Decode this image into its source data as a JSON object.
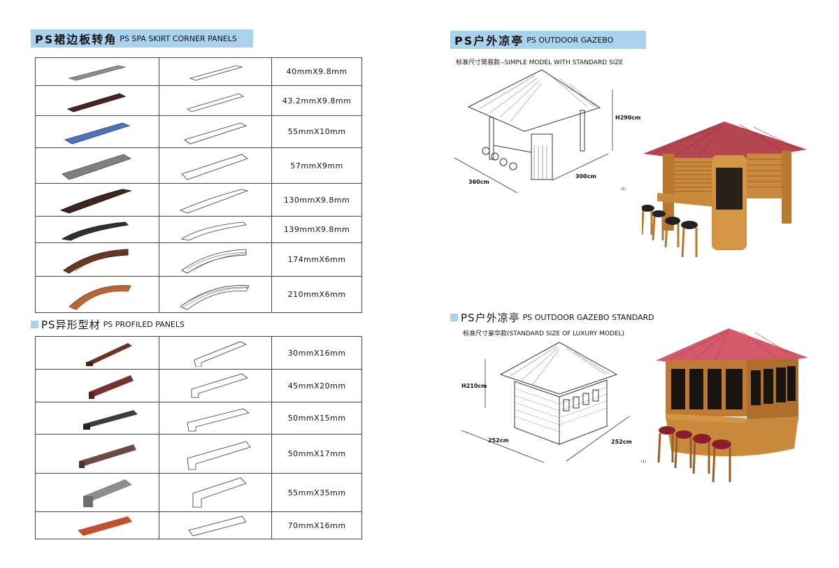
{
  "skirt_section": {
    "title_cn": "PS裙边板转角",
    "title_en": "PS SPA SKIRT CORNER PANELS",
    "rows": [
      {
        "size": "40mmX9.8mm",
        "color": "#8f8f8c"
      },
      {
        "size": "43.2mmX9.8mm",
        "color": "#4a2420"
      },
      {
        "size": "55mmX10mm",
        "color": "#4d74b8"
      },
      {
        "size": "57mmX9mm",
        "color": "#7d7f82"
      },
      {
        "size": "130mmX9.8mm",
        "color": "#3b2622"
      },
      {
        "size": "139mmX9.8mm",
        "color": "#2f3138"
      },
      {
        "size": "174mmX6mm",
        "color": "#6e3a28"
      },
      {
        "size": "210mmX6mm",
        "color": "#bf6a3a"
      }
    ]
  },
  "profiled_section": {
    "title_cn": "PS异形型材",
    "title_en": "PS PROFILED PANELS",
    "rows": [
      {
        "size": "30mmX16mm",
        "color": "#6a3326"
      },
      {
        "size": "45mmX20mm",
        "color": "#7a3030"
      },
      {
        "size": "50mmX15mm",
        "color": "#3a3c40"
      },
      {
        "size": "50mmX17mm",
        "color": "#6b4a46"
      },
      {
        "size": "55mmX35mm",
        "color": "#8b8d90"
      },
      {
        "size": "70mmX16mm",
        "color": "#c0502e"
      }
    ]
  },
  "gazebo_simple": {
    "title_cn": "PS户外凉亭",
    "title_en": "PS OUTDOOR GAZEBO",
    "subtitle": "标准尺寸简易款--SIMPLE MODEL WITH STANDARD SIZE",
    "height": "H290cm",
    "width": "360cm",
    "depth": "300cm",
    "note": "(1)"
  },
  "gazebo_luxury": {
    "title_cn": "PS户外凉亭",
    "title_en": "PS OUTDOOR GAZEBO STANDARD",
    "subtitle": "标准尺寸豪华款(STANDARD SIZE OF LUXURY MODEL)",
    "height": "H210cm",
    "width": "252cm",
    "depth": "252cm",
    "note": "(1)"
  },
  "colors": {
    "header_bg": "#a9d2ef",
    "roof": "#b5454f",
    "wood": "#c98a3e"
  }
}
